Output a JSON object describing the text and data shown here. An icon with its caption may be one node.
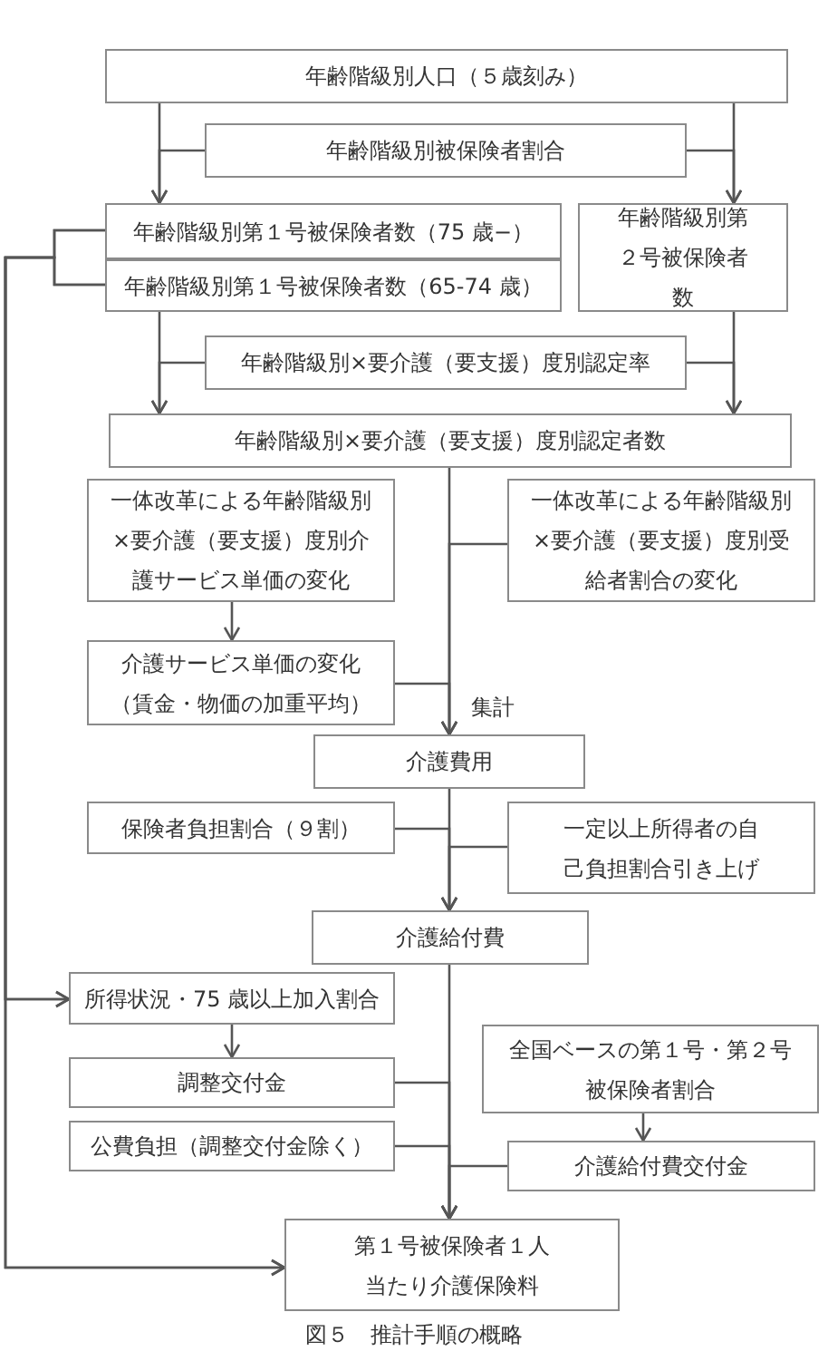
{
  "diagram": {
    "caption": "図５　推計手順の概略",
    "nodes": [
      {
        "text": [
          "年齢階級別人口（５歳刻み）"
        ]
      },
      {
        "text": [
          "年齢階級別被保険者割合"
        ]
      },
      {
        "text": [
          "年齢階級別第１号被保険者数（75 歳−）"
        ]
      },
      {
        "text": [
          "年齢階級別第１号被保険者数（65-74 歳）"
        ]
      },
      {
        "text": [
          "年齢階級別第２号被保険者数"
        ]
      },
      {
        "text": [
          "年齢階級別×要介護（要支援）度別認定率"
        ]
      },
      {
        "text": [
          "年齢階級別×要介護（要支援）度別認定者数"
        ]
      },
      {
        "text": [
          "一体改革による年齢階級別×要介護（要支援）度別介護サービス単価の変化"
        ]
      },
      {
        "text": [
          "一体改革による年齢階級別×要介護（要支援）度別受給者割合の変化"
        ]
      },
      {
        "text": [
          "介護サービス単価の変化（賃金・物価の加重平均）"
        ]
      },
      {
        "text": [
          "介護費用"
        ]
      },
      {
        "text": [
          "保険者負担割合（９割）"
        ]
      },
      {
        "text": [
          "一定以上所得者の自己負担割合引き上げ"
        ]
      },
      {
        "text": [
          "介護給付費"
        ]
      },
      {
        "text": [
          "所得状況・75 歳以上加入割合"
        ]
      },
      {
        "text": [
          "調整交付金"
        ]
      },
      {
        "text": [
          "全国ベースの第１号・第２号被保険者割合"
        ]
      },
      {
        "text": [
          "公費負担（調整交付金除く）"
        ]
      },
      {
        "text": [
          "介護給付費交付金"
        ]
      },
      {
        "text": [
          "第１号被保険者１人当たり介護保険料"
        ]
      }
    ],
    "edges": [
      {
        "from": 0,
        "to": 2,
        "arrow": "to"
      },
      {
        "from": 0,
        "to": 4,
        "arrow": "to"
      },
      {
        "from": 1,
        "to": 2,
        "arrow": "to"
      },
      {
        "from": 1,
        "to": 4,
        "arrow": "to"
      },
      {
        "from": 3,
        "to": 6,
        "arrow": "to"
      },
      {
        "from": 4,
        "to": 6,
        "arrow": "to"
      },
      {
        "from": 5,
        "to": 6,
        "arrow": "to"
      },
      {
        "from": 5,
        "to": 6,
        "arrow": "to"
      },
      {
        "from": 6,
        "to": 10,
        "arrow": "to",
        "label": "集計"
      },
      {
        "from": 8,
        "to": 10,
        "arrow": "to"
      },
      {
        "from": 7,
        "to": 9,
        "arrow": "to"
      },
      {
        "from": 9,
        "to": 10,
        "arrow": "to"
      },
      {
        "from": 10,
        "to": 13,
        "arrow": "to"
      },
      {
        "from": 11,
        "to": 13,
        "arrow": "to"
      },
      {
        "from": 12,
        "to": 13,
        "arrow": "to"
      },
      {
        "from": 13,
        "to": 19,
        "arrow": "to"
      },
      {
        "from": 14,
        "to": 15,
        "arrow": "to"
      },
      {
        "from": 15,
        "to": 19,
        "arrow": "to"
      },
      {
        "from": 17,
        "to": 19,
        "arrow": "to"
      },
      {
        "from": 18,
        "to": 19,
        "arrow": "to"
      },
      {
        "from": 16,
        "to": 18,
        "arrow": "to"
      },
      {
        "from": 2,
        "to": 14,
        "arrow": "to"
      },
      {
        "from": 3,
        "to": 14,
        "arrow": "to"
      },
      {
        "from": 2,
        "to": 19,
        "arrow": "to"
      },
      {
        "from": 3,
        "to": 19,
        "arrow": "to"
      }
    ]
  }
}
